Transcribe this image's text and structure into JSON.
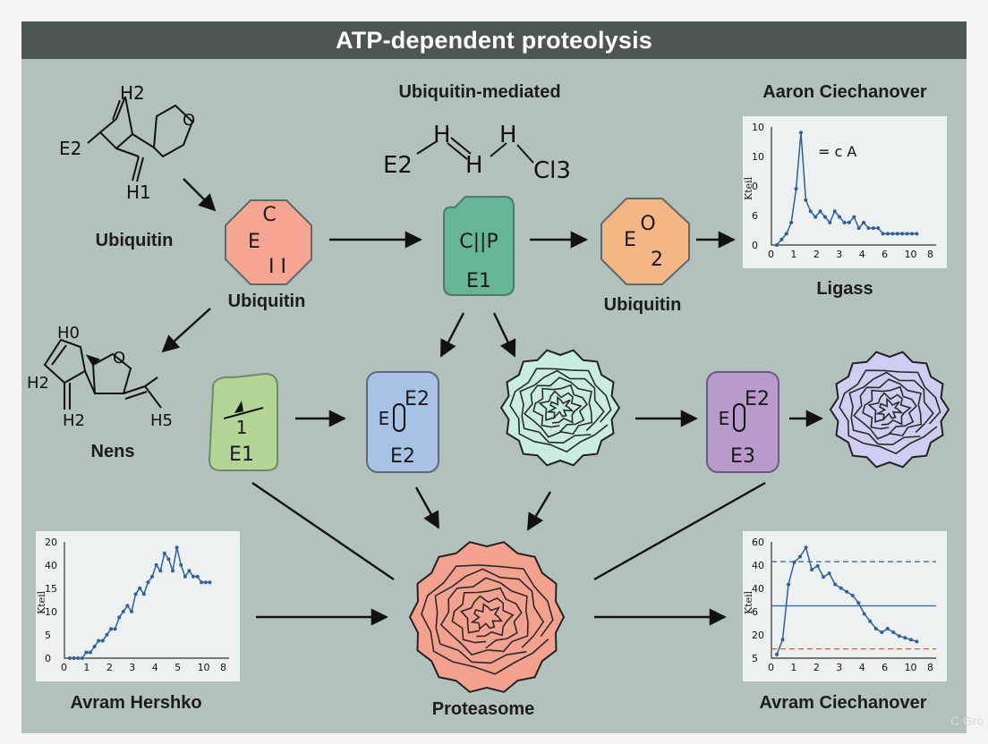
{
  "title": "ATP-dependent proteolysis",
  "labels": {
    "top_center": "Ubiquitin-mediated",
    "top_right": "Aaron Ciechanover",
    "left_ubiquitin": "Ubiquitin",
    "center_ubiquitin": "Ubiquitin",
    "right_ubiquitin": "Ubiquitin",
    "ligase": "Ligass",
    "nens": "Nens",
    "hershko": "Avram Hershko",
    "proteasome": "Proteasome",
    "bottom_right": "Avram Ciechanover"
  },
  "chem": {
    "m1_h2": "H2",
    "m1_e2": "E2",
    "m1_h1": "H1",
    "m1_o": "O",
    "m2_e2": "E2",
    "m2_h_a": "H",
    "m2_h_b": "H",
    "m2_h_c": "H",
    "m2_cl3": "Cl3",
    "m3_h0": "H0",
    "m3_h2a": "H2",
    "m3_h2b": "H2",
    "m3_h5": "H5",
    "m3_o": "O"
  },
  "nodes": {
    "ubq_octagon": {
      "line1": "C",
      "line2": "E",
      "line3": "I I",
      "color": "#f5a592"
    },
    "e1_top": {
      "line1": "C||P",
      "line2": "E1",
      "color": "#66b597"
    },
    "ubq_right_octagon": {
      "line1": "O",
      "line2": "E",
      "line3": "2",
      "color": "#f5b685"
    },
    "e1_mid": {
      "line1": "1",
      "line2": "E1",
      "color": "#b5d597"
    },
    "e2_mid": {
      "line1": "E",
      "line2": "E2",
      "line3": "E2",
      "color": "#a7c2e4"
    },
    "e3_mid": {
      "line1": "E",
      "line2": "E2",
      "line3": "E3",
      "color": "#b89acb"
    }
  },
  "blobs": {
    "green": "#c9eedf",
    "lavender": "#cfcdf1",
    "proteasome": "#f4a190"
  },
  "chart_data": [
    {
      "type": "line",
      "panel": "top-right",
      "annotation": "= c A",
      "ylabel": "Kteil",
      "x_ticks": [
        "0",
        "1",
        "2",
        "3",
        "4",
        "6",
        "10",
        "8"
      ],
      "y_ticks": [
        "10",
        "10",
        "0",
        "6",
        "0"
      ],
      "series_color": "#2f5f9e",
      "values": [
        0,
        1,
        2,
        4,
        10,
        20,
        8,
        6,
        5,
        6,
        5,
        4,
        6,
        5,
        4,
        4,
        5,
        3,
        4,
        3,
        3,
        3,
        2,
        2,
        2,
        2,
        2,
        2,
        2,
        2
      ]
    },
    {
      "type": "line",
      "panel": "bottom-left",
      "ylabel": "Kteil",
      "x_ticks": [
        "0",
        "1",
        "2",
        "3",
        "4",
        "5",
        "10",
        "8"
      ],
      "y_ticks": [
        "20",
        "40",
        "15",
        "10",
        "5",
        "0"
      ],
      "series_color": "#2f5f9e",
      "values": [
        0,
        0,
        0,
        0,
        1,
        1,
        2,
        3,
        3,
        4,
        5,
        5,
        7,
        8,
        9,
        8,
        11,
        12,
        11,
        13,
        14,
        16,
        15,
        18,
        17,
        15,
        19,
        16,
        14,
        15,
        14,
        14,
        13,
        13,
        13
      ]
    },
    {
      "type": "line",
      "panel": "bottom-right",
      "ylabel": "Kteil",
      "x_ticks": [
        "0",
        "1",
        "2",
        "3",
        "4",
        "6",
        "10",
        "8"
      ],
      "y_ticks": [
        "60",
        "40",
        "40",
        "6",
        "20",
        "5"
      ],
      "series_color": "#2f5f9e",
      "reference_lines": [
        {
          "style": "dashed",
          "color": "#2f5f9e",
          "level": "40"
        },
        {
          "style": "solid",
          "color": "#2f5f9e",
          "level": "6"
        },
        {
          "style": "dashed",
          "color": "#e05a3a",
          "level": "5"
        }
      ],
      "values": [
        2,
        10,
        40,
        52,
        55,
        60,
        48,
        50,
        44,
        46,
        40,
        38,
        36,
        34,
        30,
        24,
        20,
        16,
        14,
        16,
        14,
        12,
        11,
        10,
        9
      ]
    }
  ],
  "watermark": "C Gro"
}
